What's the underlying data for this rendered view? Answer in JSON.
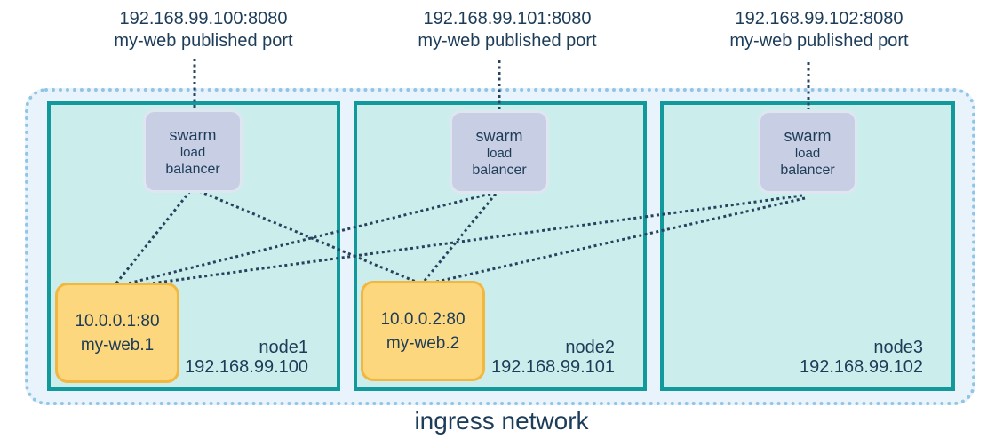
{
  "published_ports": [
    {
      "address": "192.168.99.100:8080",
      "caption": "my-web published port"
    },
    {
      "address": "192.168.99.101:8080",
      "caption": "my-web published port"
    },
    {
      "address": "192.168.99.102:8080",
      "caption": "my-web published port"
    }
  ],
  "nodes": [
    {
      "name": "node1",
      "ip": "192.168.99.100",
      "load_balancer": {
        "line1": "swarm",
        "line2": "load",
        "line3": "balancer"
      },
      "task": {
        "address": "10.0.0.1:80",
        "name": "my-web.1"
      }
    },
    {
      "name": "node2",
      "ip": "192.168.99.101",
      "load_balancer": {
        "line1": "swarm",
        "line2": "load",
        "line3": "balancer"
      },
      "task": {
        "address": "10.0.0.2:80",
        "name": "my-web.2"
      }
    },
    {
      "name": "node3",
      "ip": "192.168.99.102",
      "load_balancer": {
        "line1": "swarm",
        "line2": "load",
        "line3": "balancer"
      }
    }
  ],
  "network": {
    "label": "ingress network"
  },
  "connections": [
    {
      "from": "192.168.99.100:8080",
      "to": "node1 swarm load balancer"
    },
    {
      "from": "192.168.99.101:8080",
      "to": "node2 swarm load balancer"
    },
    {
      "from": "192.168.99.102:8080",
      "to": "node3 swarm load balancer"
    },
    {
      "from": "node1 swarm load balancer",
      "to": "my-web.1"
    },
    {
      "from": "node1 swarm load balancer",
      "to": "my-web.2"
    },
    {
      "from": "node2 swarm load balancer",
      "to": "my-web.1"
    },
    {
      "from": "node2 swarm load balancer",
      "to": "my-web.2"
    },
    {
      "from": "node3 swarm load balancer",
      "to": "my-web.1"
    },
    {
      "from": "node3 swarm load balancer",
      "to": "my-web.2"
    }
  ],
  "colors": {
    "node_border": "#12999b",
    "node_fill": "#cbeeec",
    "ingress_fill": "#e8f3fb",
    "ingress_border": "#92c4e6",
    "lb_fill": "#c8cee3",
    "lb_border": "#e0e5f2",
    "task_fill": "#fcd77d",
    "task_border": "#f4b73e",
    "text": "#1d3c58",
    "wire": "#27425e"
  }
}
